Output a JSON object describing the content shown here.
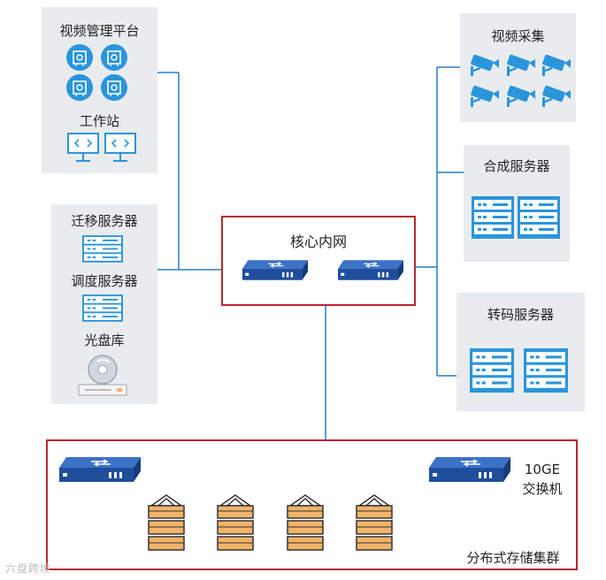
{
  "left_top_panel": {
    "title": "视频管理平台",
    "workstation_label": "工作站"
  },
  "left_mid_panel": {
    "migration_label": "迁移服务器",
    "dispatch_label": "调度服务器",
    "disc_label": "光盘库"
  },
  "core_network": {
    "title": "核心内网"
  },
  "right_panels": {
    "video_capture": "视频采集",
    "synthesis_server": "合成服务器",
    "transcode_server": "转码服务器"
  },
  "storage_cluster": {
    "switch_label_line1": "10GE",
    "switch_label_line2": "交换机",
    "cluster_label": "分布式存储集群"
  },
  "watermark": "六盘跨境",
  "colors": {
    "panel_bg": "#e9ecef",
    "line_blue": "#2a7fc0",
    "switch_blue": "#1f4e9c",
    "icon_blue": "#2a95db",
    "frame_red": "#b8282e",
    "storage_orange": "#f0b46a"
  }
}
